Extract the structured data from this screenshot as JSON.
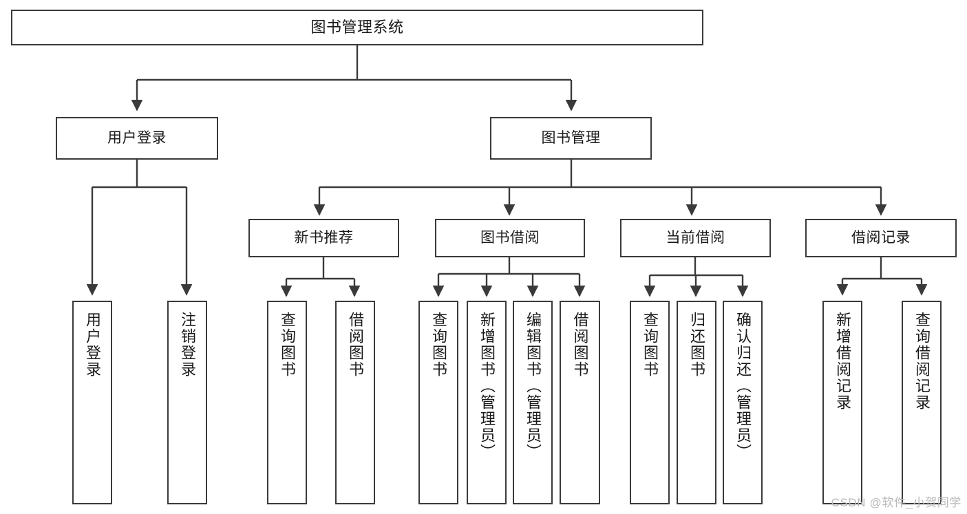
{
  "diagram": {
    "title": "图书管理系统",
    "root": {
      "label": "图书管理系统"
    },
    "level2": [
      {
        "label": "用户登录"
      },
      {
        "label": "图书管理"
      }
    ],
    "level3": [
      {
        "label": "新书推荐"
      },
      {
        "label": "图书借阅"
      },
      {
        "label": "当前借阅"
      },
      {
        "label": "借阅记录"
      }
    ],
    "leaves": {
      "user_login": [
        {
          "label": "用户登录"
        },
        {
          "label": "注销登录"
        }
      ],
      "new_book_recommend": [
        {
          "label": "查询图书"
        },
        {
          "label": "借阅图书"
        }
      ],
      "book_borrow": [
        {
          "label": "查询图书"
        },
        {
          "label": "新增图书（管理员）"
        },
        {
          "label": "编辑图书（管理员）"
        },
        {
          "label": "借阅图书"
        }
      ],
      "current_borrow": [
        {
          "label": "查询图书"
        },
        {
          "label": "归还图书"
        },
        {
          "label": "确认归还（管理员）"
        }
      ],
      "borrow_record": [
        {
          "label": "新增借阅记录"
        },
        {
          "label": "查询借阅记录"
        }
      ]
    },
    "watermark": "CSDN @软件_小贺同学",
    "colors": {
      "stroke": "#3a3a3a",
      "background": "#ffffff",
      "text": "#1a1a1a",
      "watermark": "#b9b9b9"
    }
  }
}
